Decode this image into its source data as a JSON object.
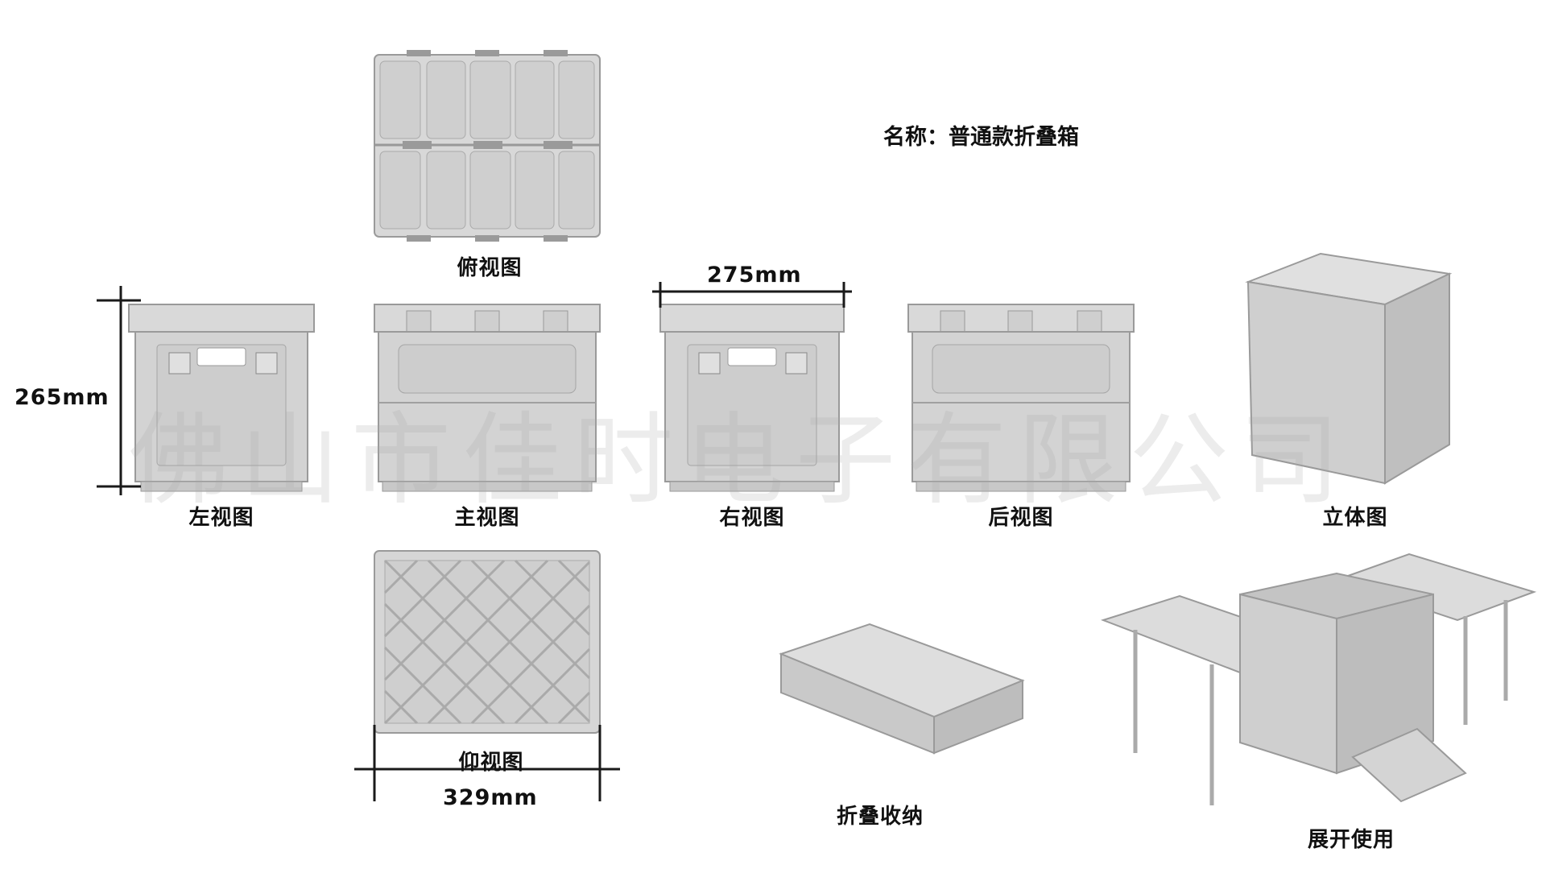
{
  "title": "名称：普通款折叠箱",
  "views": {
    "top": "俯视图",
    "left": "左视图",
    "front": "主视图",
    "right": "右视图",
    "back": "后视图",
    "iso": "立体图",
    "bottom": "仰视图",
    "folded": "折叠收纳",
    "unfolded": "展开使用"
  },
  "dimensions": {
    "height": "265mm",
    "depth": "275mm",
    "width": "329mm"
  },
  "watermark": "佛山市佳时电子有限公司",
  "colors": {
    "box_fill": "#d6d6d6",
    "box_stroke": "#9a9a9a",
    "dim_line": "#1a1a1a"
  }
}
